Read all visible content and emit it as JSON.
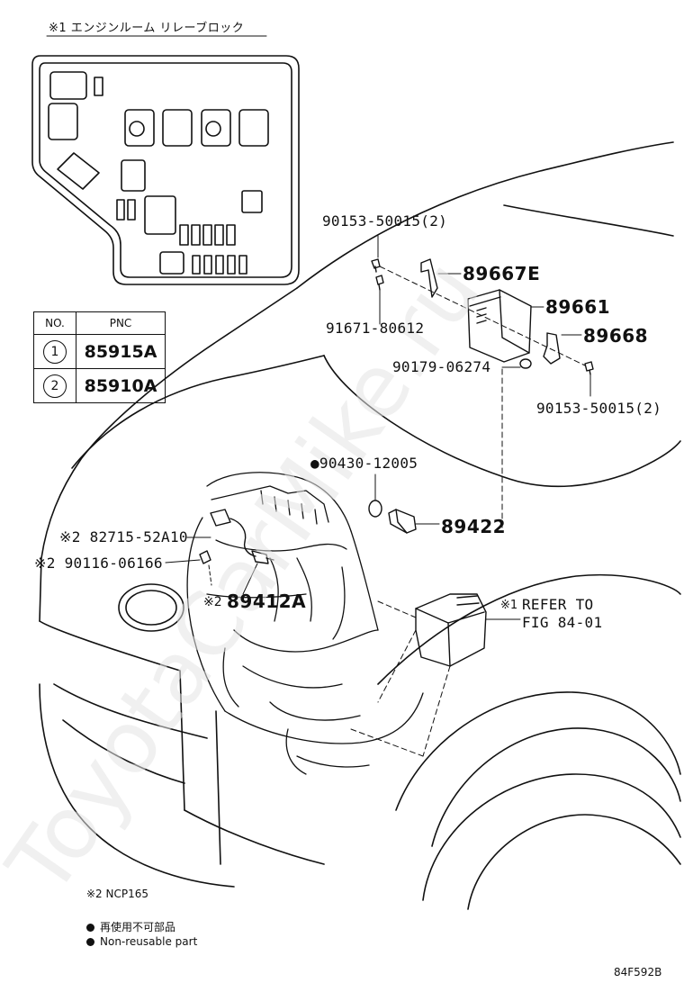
{
  "relay_block_caption": "※1  エンジンルーム リレーブロック",
  "pnc_table": {
    "header_no": "NO.",
    "header_pnc": "PNC",
    "rows": [
      {
        "no": "1",
        "pnc": "85915A"
      },
      {
        "no": "2",
        "pnc": "85910A"
      }
    ]
  },
  "parts": {
    "p1": "90153-50015(2)",
    "p2": "89667E",
    "p3": "89661",
    "p4": "91671-80612",
    "p5": "89668",
    "p6": "90179-06274",
    "p7": "90153-50015(2)",
    "p8": "●90430-12005",
    "p9": "89422",
    "p10": "※2 82715-52A10",
    "p11": "※2 90116-06166",
    "p12_mark": "※2",
    "p12": "89412A",
    "ref_mark": "※1",
    "ref_line1": "REFER TO",
    "ref_line2": "FIG 84-01"
  },
  "notes": {
    "ncp": "※2 NCP165",
    "legend_jp": "再使用不可部品",
    "legend_en": "Non-reusable part",
    "figure_id": "84F592B"
  },
  "watermark": "ToyotaCarMike.ru"
}
